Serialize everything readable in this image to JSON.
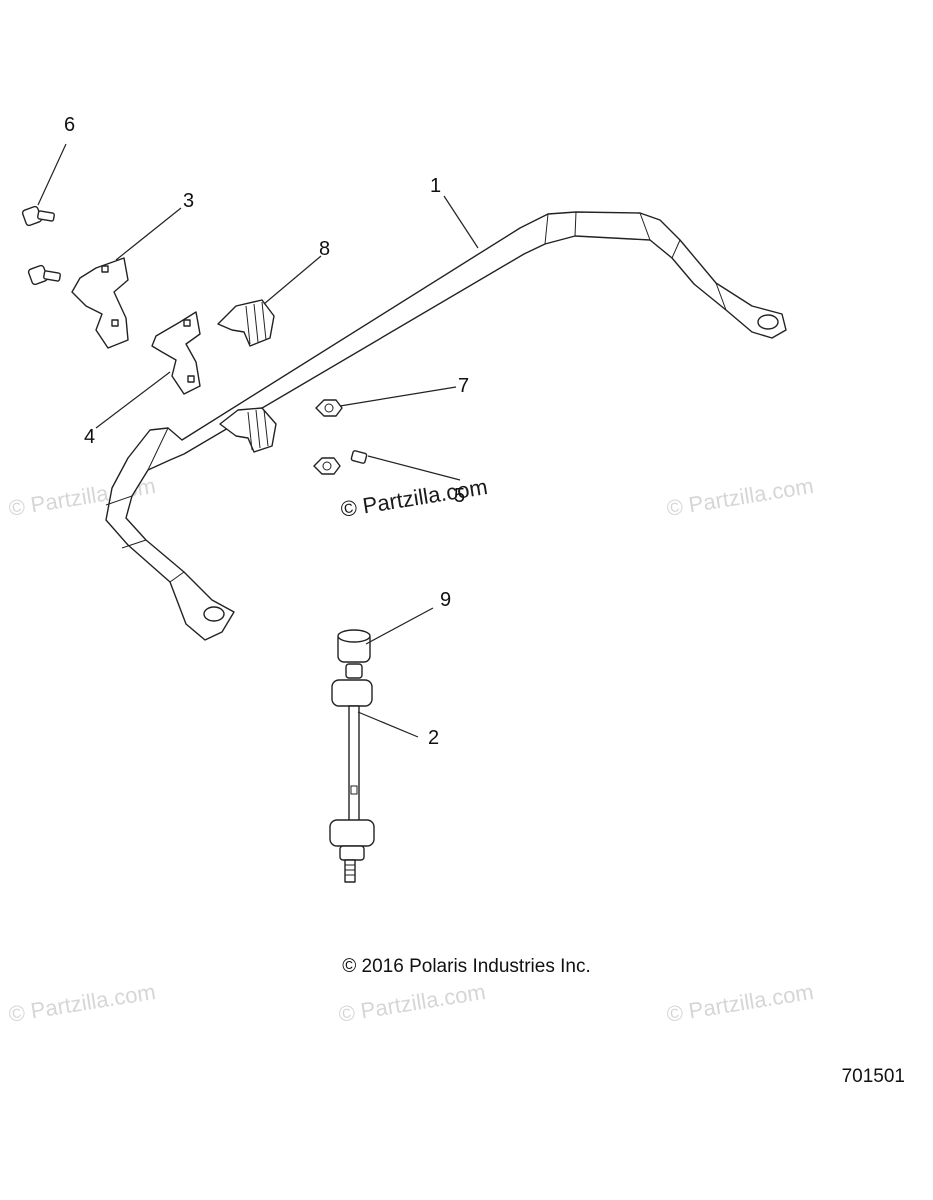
{
  "callouts": {
    "c1": "1",
    "c2": "2",
    "c3": "3",
    "c4": "4",
    "c5": "5",
    "c6": "6",
    "c7": "7",
    "c8": "8",
    "c9": "9"
  },
  "watermark": "© Partzilla.com",
  "copyright": "© 2016 Polaris Industries Inc.",
  "diagram_number": "701501"
}
